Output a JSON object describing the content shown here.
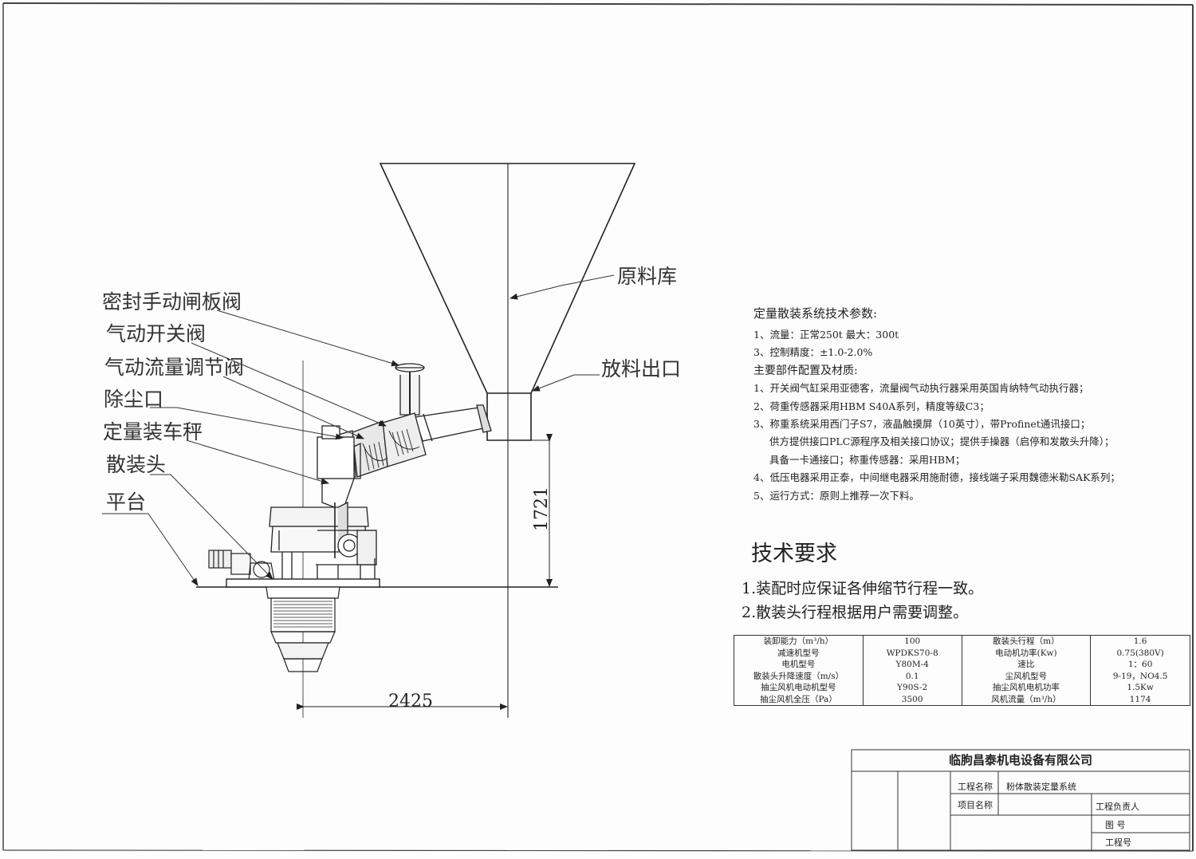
{
  "drawing": {
    "labels": {
      "raw_silo": "原料库",
      "discharge_outlet": "放料出口",
      "sealed_gate_valve": "密封手动闸板阀",
      "pneumatic_switch_valve": "气动开关阀",
      "pneumatic_flow_valve": "气动流量调节阀",
      "dust_port": "除尘口",
      "quant_scale": "定量装车秤",
      "loading_head": "散装头",
      "platform": "平台"
    },
    "dimensions": {
      "horizontal": "2425",
      "vertical": "1721"
    }
  },
  "params": {
    "heading": "定量散装系统技术参数:",
    "lines": [
      "1、流量：正常250t  最大：300t",
      "3、控制精度：±1.0-2.0%",
      "主要部件配置及材质:",
      "1、开关阀气缸采用亚德客，流量阀气动执行器采用英国肯纳特气动执行器；",
      "2、荷重传感器采用HBM S40A系列，精度等级C3；",
      "3、称重系统采用西门子S7，液晶触摸屏（10英寸），带Profinet通讯接口；",
      "供方提供接口PLC源程序及相关接口协议；提供手操器（启停和发散头升降）；",
      "具备一卡通接口；称重传感器：采用HBM；",
      "4、低压电器采用正泰，中间继电器采用施耐德，接线端子采用魏德米勒SAK系列；",
      "5、运行方式：原则上推荐一次下料。"
    ]
  },
  "requirements": {
    "title": "技术要求",
    "items": [
      "1.装配时应保证各伸缩节行程一致。",
      "2.散装头行程根据用户需要调整。"
    ]
  },
  "spec_table": {
    "rows": [
      [
        "装卸能力（m³/h）",
        "100",
        "散装头行程（m）",
        "1.6"
      ],
      [
        "减速机型号",
        "WPDKS70-8",
        "电动机功率(Kw)",
        "0.75(380V)"
      ],
      [
        "电机型号",
        "Y80M-4",
        "速比",
        "1：60"
      ],
      [
        "散装头升降速度（m/s）",
        "0.1",
        "尘风机型号",
        "9-19，NO4.5"
      ],
      [
        "抽尘风机电动机型号",
        "Y90S-2",
        "抽尘风机电机功率",
        "1.5Kw"
      ],
      [
        "抽尘风机全压（Pa）",
        "3500",
        "风机流量（m³/h）",
        "1174"
      ]
    ]
  },
  "title_block": {
    "company": "临朐昌泰机电设备有限公司",
    "project_name_label": "工程名称",
    "project_name_value": "粉体散装定量系统",
    "item_name_label": "项目名称",
    "engineer_label": "工程负责人",
    "drawing_no_label": "图  号",
    "project_no_label": "工程号"
  }
}
